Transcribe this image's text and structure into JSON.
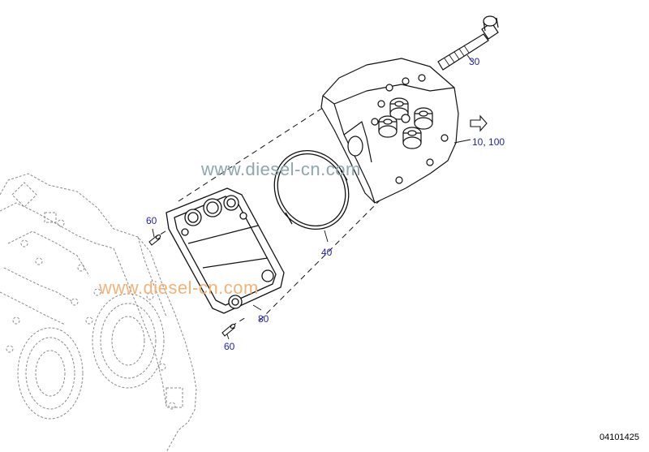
{
  "callouts": {
    "bolt": "30",
    "head": "10",
    "head_alt": "100",
    "seal_ring": "40",
    "gasket": "80",
    "pin_upper": "60",
    "pin_lower": "60",
    "separator": ","
  },
  "watermarks": {
    "upper": "www.diesel-cn.com",
    "lower": "www.diesel-cn.com"
  },
  "document_number": "04101425",
  "colors": {
    "callout_text": "#1f1fb0",
    "line_art": "#111111",
    "ghost_art": "#8a8a8a",
    "watermark_upper": "#8fa6ad",
    "watermark_lower": "#f2b27a"
  }
}
